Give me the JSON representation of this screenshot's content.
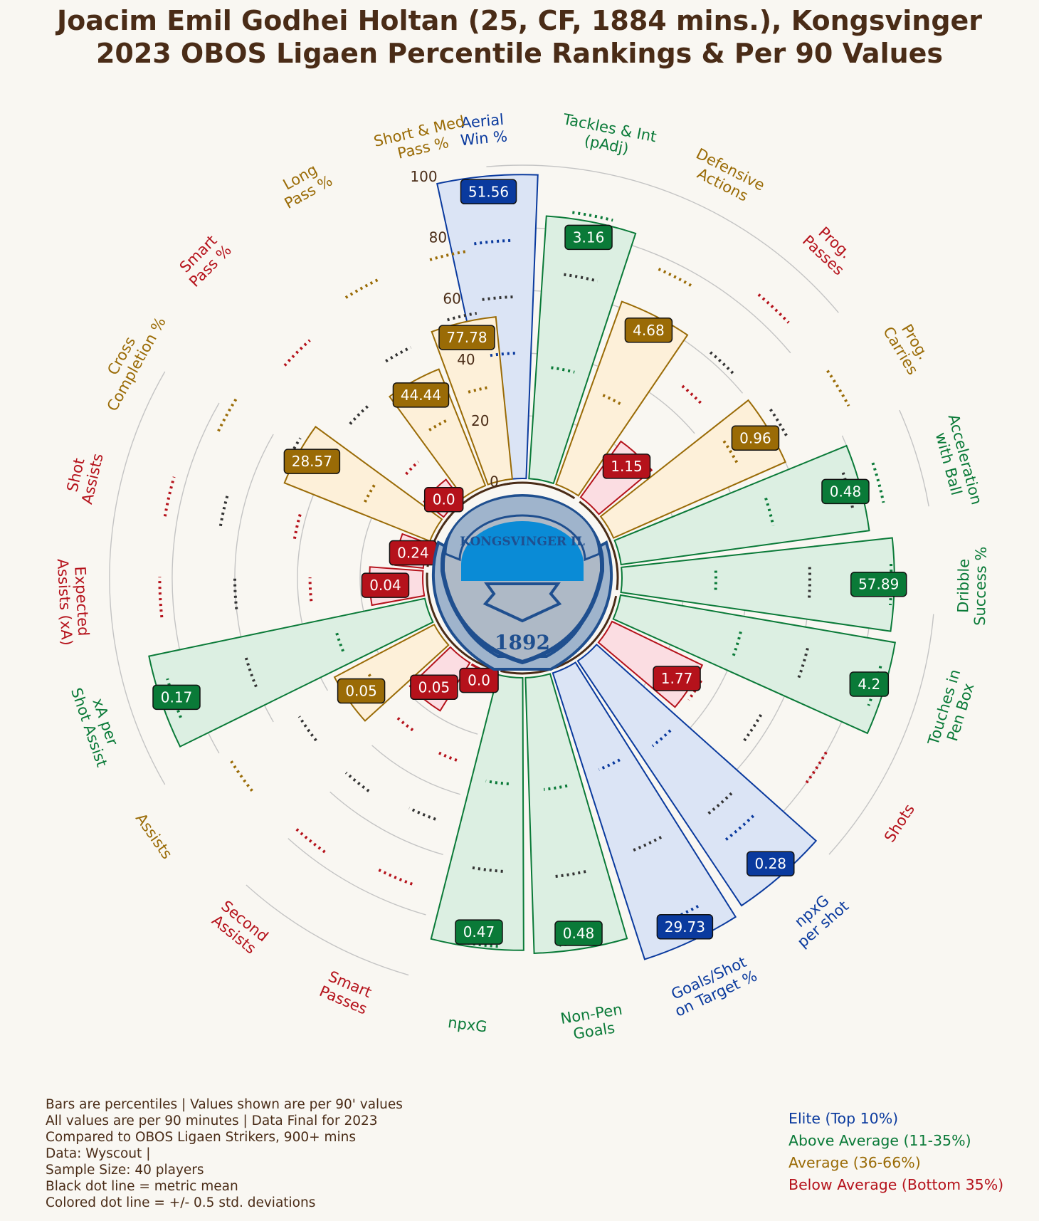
{
  "title": {
    "line1": "Joacim Emil Godhei Holtan (25, CF, 1884 mins.), Kongsvinger",
    "line2": "2023 OBOS Ligaen Percentile Rankings & Per 90 Values"
  },
  "logo": {
    "ring_text": "KONGSVINGER IL",
    "year": "1892"
  },
  "chart_data": {
    "type": "radial-bar",
    "r_ticks": [
      0,
      20,
      40,
      60,
      80,
      100
    ],
    "colors": {
      "elite": "#0a3a9e",
      "above": "#0a7a38",
      "average": "#9a6b06",
      "below": "#b5121b",
      "elite_fill": "#dbe4f5",
      "above_fill": "#dcefe2",
      "average_fill": "#fdf0d9",
      "below_fill": "#fbdde2",
      "mean_line": "#333333"
    },
    "metrics": [
      {
        "label": "Aerial\nWin %",
        "percentile": 97,
        "value": "51.56",
        "tier": "elite",
        "mean": 58,
        "sd_lo": 40,
        "sd_hi": 76
      },
      {
        "label": "Tackles & Int\n(pAdj)",
        "percentile": 84,
        "value": "3.16",
        "tier": "above",
        "mean": 66,
        "sd_lo": 36,
        "sd_hi": 86
      },
      {
        "label": "Defensive\nActions",
        "percentile": 62,
        "value": "4.68",
        "tier": "average",
        "mean": 56,
        "sd_lo": 32,
        "sd_hi": 76
      },
      {
        "label": "Prog.\nPasses",
        "percentile": 22,
        "value": "1.15",
        "tier": "below",
        "mean": 62,
        "sd_lo": 48,
        "sd_hi": 86
      },
      {
        "label": "Prog.\nCarries",
        "percentile": 60,
        "value": "0.96",
        "tier": "average",
        "mean": 64,
        "sd_lo": 46,
        "sd_hi": 86
      },
      {
        "label": "Acceleration\nwith Ball",
        "percentile": 80,
        "value": "0.48",
        "tier": "above",
        "mean": 76,
        "sd_lo": 50,
        "sd_hi": 86
      },
      {
        "label": "Dribble\nSuccess %",
        "percentile": 87,
        "value": "57.89",
        "tier": "above",
        "mean": 60,
        "sd_lo": 30,
        "sd_hi": 86
      },
      {
        "label": "Touches in\nPen Box",
        "percentile": 89,
        "value": "4.2",
        "tier": "above",
        "mean": 62,
        "sd_lo": 40,
        "sd_hi": 86
      },
      {
        "label": "Shots",
        "percentile": 32,
        "value": "1.77",
        "tier": "below",
        "mean": 56,
        "sd_lo": 34,
        "sd_hi": 80
      },
      {
        "label": "npxG\nper shot",
        "percentile": 94,
        "value": "0.28",
        "tier": "elite",
        "mean": 64,
        "sd_lo": 36,
        "sd_hi": 74
      },
      {
        "label": "Goals/Shot\non Target %",
        "percentile": 96,
        "value": "29.73",
        "tier": "elite",
        "mean": 62,
        "sd_lo": 34,
        "sd_hi": 87
      },
      {
        "label": "Non-Pen\nGoals",
        "percentile": 88,
        "value": "0.48",
        "tier": "above",
        "mean": 64,
        "sd_lo": 36,
        "sd_hi": 86
      },
      {
        "label": "npxG",
        "percentile": 87,
        "value": "0.47",
        "tier": "above",
        "mean": 62,
        "sd_lo": 34,
        "sd_hi": 86
      },
      {
        "label": "Smart\nPasses",
        "percentile": 0,
        "value": "0.0",
        "tier": "below",
        "mean": 50,
        "sd_lo": 30,
        "sd_hi": 72
      },
      {
        "label": "Second\nAssists",
        "percentile": 18,
        "value": "0.05",
        "tier": "below",
        "mean": 52,
        "sd_lo": 28,
        "sd_hi": 76
      },
      {
        "label": "Assists",
        "percentile": 36,
        "value": "0.05",
        "tier": "average",
        "mean": 52,
        "sd_lo": 26,
        "sd_hi": 78
      },
      {
        "label": "xA per\nShot Assist",
        "percentile": 90,
        "value": "0.17",
        "tier": "above",
        "mean": 60,
        "sd_lo": 30,
        "sd_hi": 86
      },
      {
        "label": "Expected\nAssists (xA)",
        "percentile": 17,
        "value": "0.04",
        "tier": "below",
        "mean": 60,
        "sd_lo": 36,
        "sd_hi": 84
      },
      {
        "label": "Shot\nAssists",
        "percentile": 9,
        "value": "0.24",
        "tier": "below",
        "mean": 66,
        "sd_lo": 42,
        "sd_hi": 84
      },
      {
        "label": "Cross\nCompletion %",
        "percentile": 50,
        "value": "28.57",
        "tier": "average",
        "mean": 52,
        "sd_lo": 24,
        "sd_hi": 76
      },
      {
        "label": "Smart\nPass %",
        "percentile": 8,
        "value": "0.0",
        "tier": "below",
        "mean": 42,
        "sd_lo": 18,
        "sd_hi": 70
      },
      {
        "label": "Long\nPass %",
        "percentile": 40,
        "value": "44.44",
        "tier": "average",
        "mean": 50,
        "sd_lo": 24,
        "sd_hi": 74
      },
      {
        "label": "Short & Med\nPass %",
        "percentile": 52,
        "value": "77.78",
        "tier": "average",
        "mean": 54,
        "sd_lo": 30,
        "sd_hi": 74
      }
    ]
  },
  "notes": [
    "Bars are percentiles | Values shown are per 90' values",
    "All values are per 90 minutes | Data Final for 2023",
    "Compared to OBOS Ligaen Strikers, 900+ mins",
    "Data: Wyscout |",
    "Sample Size: 40 players",
    "Black dot line = metric mean",
    "Colored dot line = +/- 0.5 std. deviations"
  ],
  "legend": [
    {
      "label": "Elite (Top 10%)",
      "color": "#0a3a9e"
    },
    {
      "label": "Above Average (11-35%)",
      "color": "#0a7a38"
    },
    {
      "label": "Average (36-66%)",
      "color": "#9a6b06"
    },
    {
      "label": "Below Average (Bottom 35%)",
      "color": "#b5121b"
    }
  ]
}
